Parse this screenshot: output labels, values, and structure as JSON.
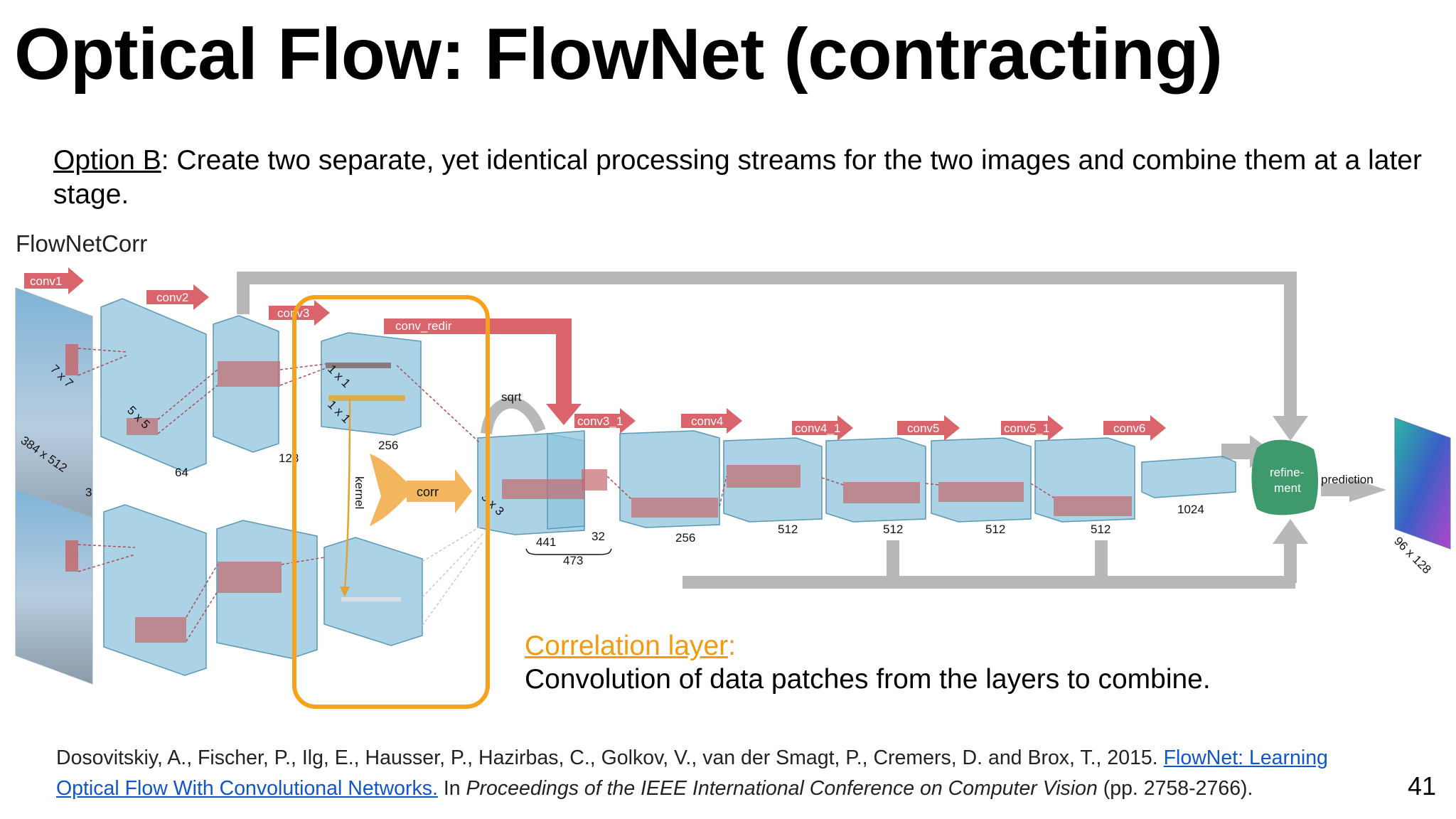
{
  "slide": {
    "title": "Optical Flow: FlowNet (contracting)",
    "option_label": "Option B",
    "option_text": ": Create two separate, yet identical processing streams for the two images and combine them at a later stage.",
    "page_number": "41"
  },
  "diagram": {
    "network_name": "FlowNetCorr",
    "arrows": {
      "conv1": "conv1",
      "conv2": "conv2",
      "conv3": "conv3",
      "conv_redir": "conv_redir",
      "conv3_1": "conv3_1",
      "conv4": "conv4",
      "conv4_1": "conv4_1",
      "conv5": "conv5",
      "conv5_1": "conv5_1",
      "conv6": "conv6",
      "sqrt": "sqrt",
      "corr": "corr",
      "kernel": "kernel",
      "prediction": "prediction"
    },
    "input_size": "384 x 512",
    "input_channels": "3",
    "kernel_7": "7 x 7",
    "kernel_5": "5 x 5",
    "kernel_1a": "1 x 1",
    "kernel_1b": "1 x 1",
    "kernel_3": "3 x 3",
    "dims": {
      "d64": "64",
      "d128": "128",
      "d256a": "256",
      "d441": "441",
      "d32": "32",
      "d473": "473",
      "d256b": "256",
      "d512a": "512",
      "d512b": "512",
      "d512c": "512",
      "d512d": "512",
      "d1024": "1024"
    },
    "refinement_line1": "refine-",
    "refinement_line2": "ment",
    "output_size": "96 x 128",
    "colors": {
      "highlight_box": "#f7a21b",
      "arrow_red": "#d9646c",
      "block_blue": "#8fc4dc",
      "skip_gray": "#b8b8b8",
      "refine_green": "#3e9a6c"
    }
  },
  "annotation": {
    "heading": "Correlation layer",
    "heading_suffix": ":",
    "text": "Convolution of data patches from the layers to combine."
  },
  "reference": {
    "authors": "Dosovitskiy, A., Fischer, P., Ilg, E., Hausser, P., Hazirbas, C., Golkov, V., van der Smagt, P., Cremers, D. and Brox, T., 2015. ",
    "link_text": "FlowNet: Learning Optical Flow With Convolutional Networks.",
    "in_text": " In ",
    "venue": "Proceedings of the IEEE International Conference on Computer Vision",
    "pages": " (pp. 2758-2766)."
  }
}
